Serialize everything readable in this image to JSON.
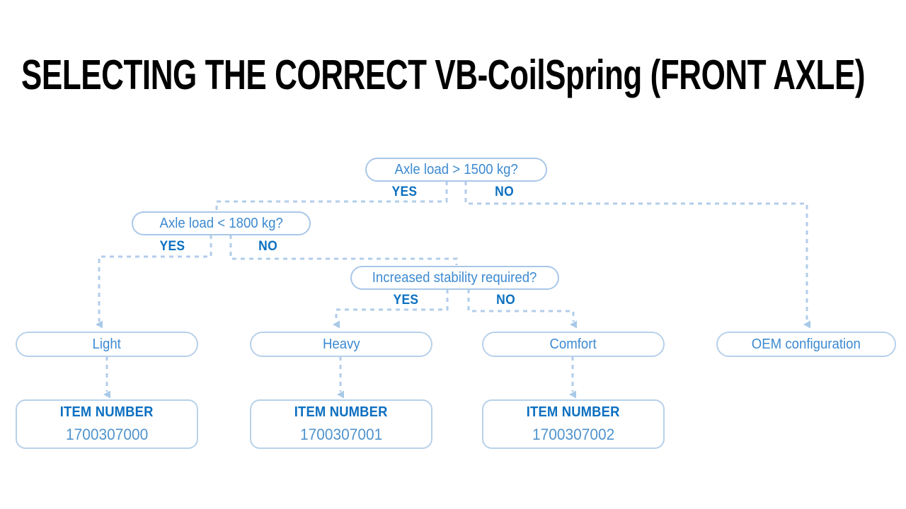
{
  "page": {
    "title": "SELECTING THE CORRECT VB-CoilSpring (FRONT AXLE)",
    "background_color": "#ffffff",
    "accent_color": "#0b6fc0",
    "node_text_color": "#3d8ad1",
    "line_color": "#b2cdea"
  },
  "diagram": {
    "type": "decision-flowchart",
    "decisions": [
      {
        "id": "d1",
        "question": "Axle load > 1500 kg?",
        "yes_label": "YES",
        "no_label": "NO",
        "yes_target": "d2",
        "no_target": "r4"
      },
      {
        "id": "d2",
        "question": "Axle load < 1800 kg?",
        "yes_label": "YES",
        "no_label": "NO",
        "yes_target": "r1",
        "no_target": "d3"
      },
      {
        "id": "d3",
        "question": "Increased stability required?",
        "yes_label": "YES",
        "no_label": "NO",
        "yes_target": "r2",
        "no_target": "r3"
      }
    ],
    "results": [
      {
        "id": "r1",
        "label": "Light"
      },
      {
        "id": "r2",
        "label": "Heavy"
      },
      {
        "id": "r3",
        "label": "Comfort"
      },
      {
        "id": "r4",
        "label": "OEM configuration"
      }
    ],
    "item_numbers": [
      {
        "for": "r1",
        "heading": "ITEM NUMBER",
        "value": "1700307000"
      },
      {
        "for": "r2",
        "heading": "ITEM NUMBER",
        "value": "1700307001"
      },
      {
        "for": "r3",
        "heading": "ITEM NUMBER",
        "value": "1700307002"
      }
    ]
  }
}
